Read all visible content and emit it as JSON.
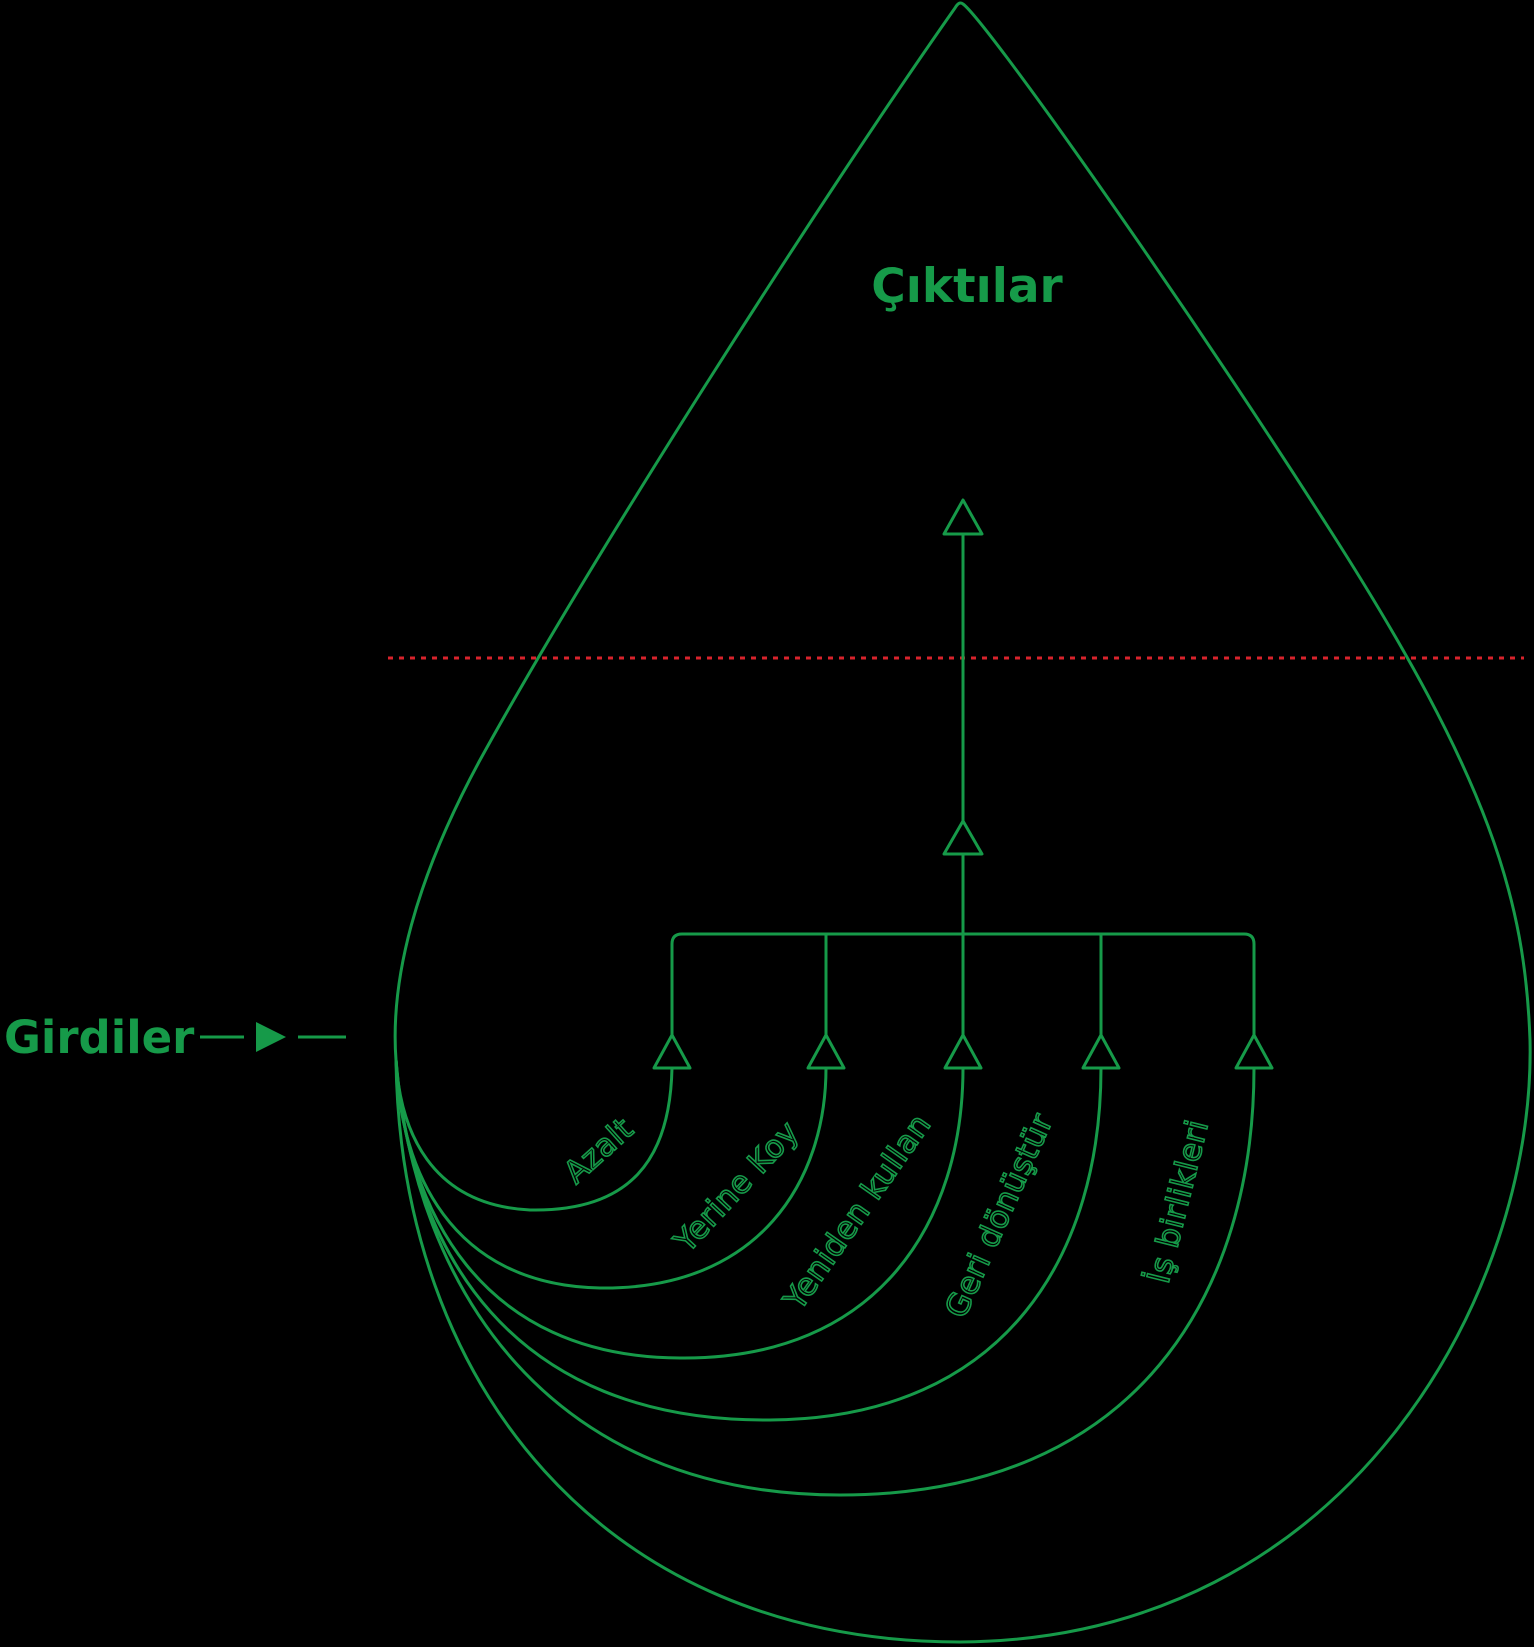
{
  "colors": {
    "background": "#000000",
    "accent": "#169a49",
    "threshold": "#d9232c"
  },
  "outputs_label": "Çıktılar",
  "inputs_label": "Girdiler",
  "branches": [
    {
      "label": "Azalt"
    },
    {
      "label": "Yerine Koy"
    },
    {
      "label": "Yeniden kullan"
    },
    {
      "label": "Geri dönüştür"
    },
    {
      "label": "İş birlikleri"
    }
  ]
}
